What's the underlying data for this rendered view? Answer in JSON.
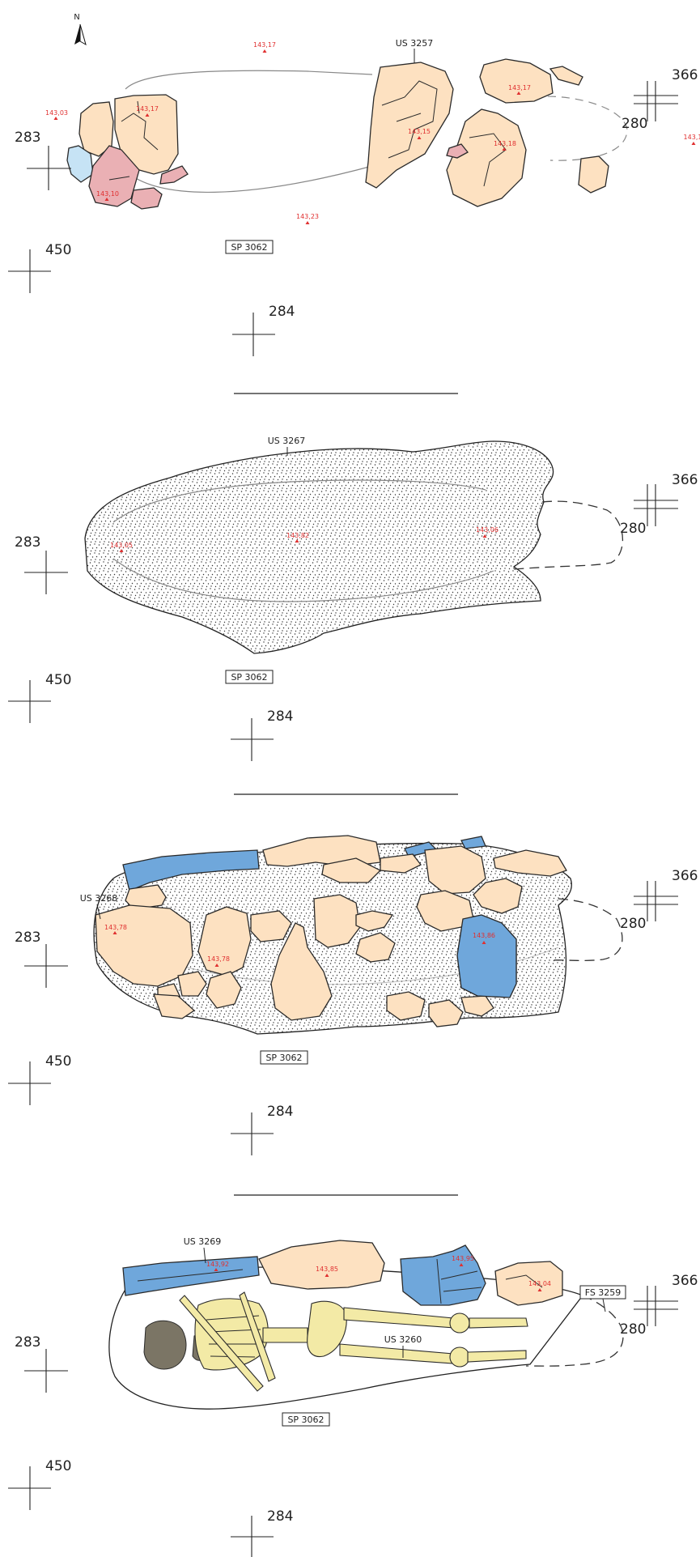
{
  "north": {
    "label": "N"
  },
  "colors": {
    "stone": "#fde1c1",
    "stone_red": "#eab0b4",
    "stone_blue": "#6fa7db",
    "stone_lightblue": "#c6e3f5",
    "elevation": "#e03030",
    "bone": "#f3eaa6"
  },
  "panels": [
    {
      "grid": {
        "g283": "283",
        "g450": "450",
        "g284": "284",
        "g366": "366",
        "g280": "280"
      },
      "us_label": "US 3257",
      "sp_label": "SP 3062",
      "elevations": [
        "143,17",
        "143,03",
        "143,17",
        "143,10",
        "143,23",
        "143,15",
        "143,17",
        "143,18",
        "143,1"
      ]
    },
    {
      "grid": {
        "g283": "283",
        "g450": "450",
        "g284": "284",
        "g366": "366",
        "g280": "280"
      },
      "us_label": "US 3267",
      "sp_label": "SP 3062",
      "elevations": [
        "143,05",
        "143,82",
        "143,06"
      ]
    },
    {
      "grid": {
        "g283": "283",
        "g450": "450",
        "g284": "284",
        "g366": "366",
        "g280": "280"
      },
      "us_label": "US 3268",
      "sp_label": "SP 3062",
      "elevations": [
        "143,78",
        "143,78",
        "143,86"
      ]
    },
    {
      "grid": {
        "g283": "283",
        "g450": "450",
        "g284": "284",
        "g366": "366",
        "g280": "280"
      },
      "us_label": "US 3269",
      "us_label_2": "US 3260",
      "fs_label": "FS 3259",
      "sp_label": "SP 3062",
      "elevations": [
        "143,92",
        "143,85",
        "143,95",
        "143,04"
      ]
    }
  ]
}
